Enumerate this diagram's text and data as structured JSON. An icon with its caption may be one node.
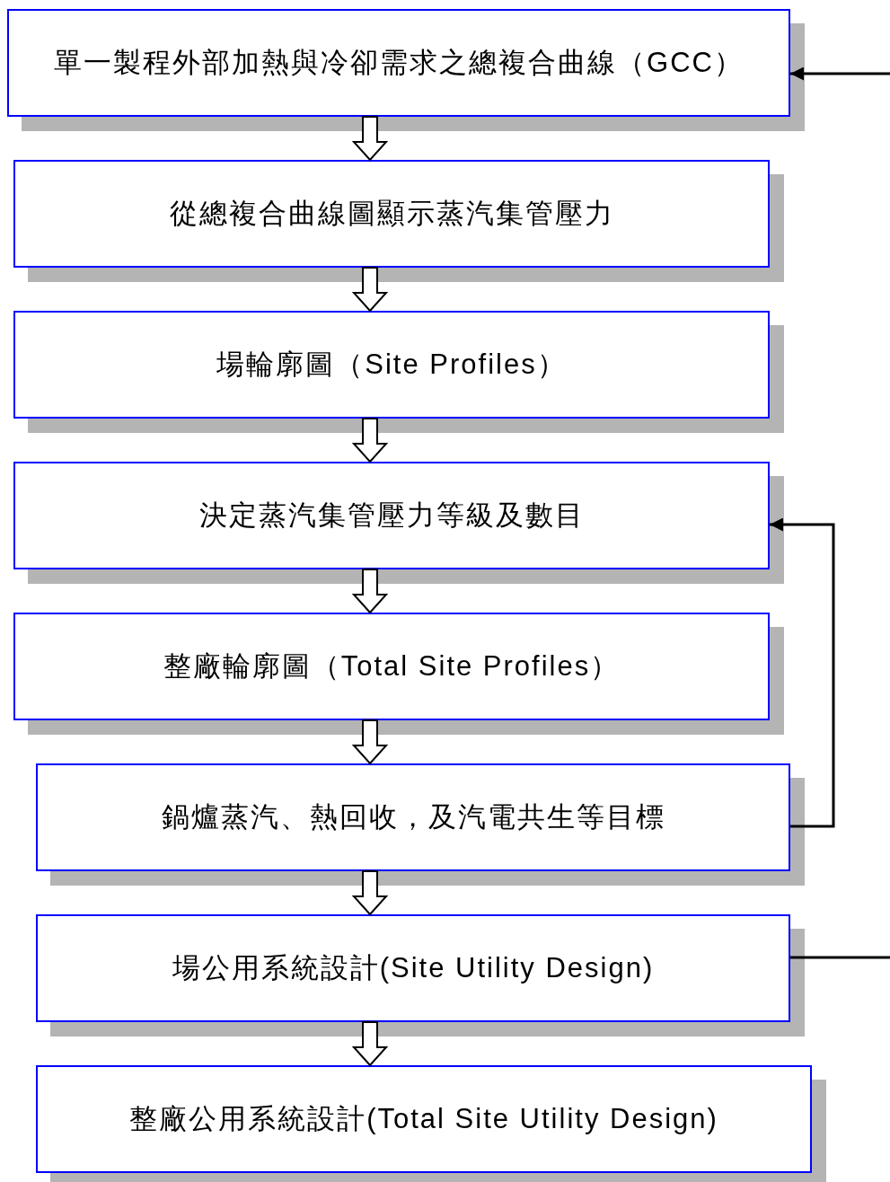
{
  "diagram": {
    "nodes": [
      {
        "text": [
          "單一製程外部加熱與冷卻需求之總複合曲線（GCC）"
        ]
      },
      {
        "text": [
          "從總複合曲線圖顯示蒸汽集管壓力"
        ]
      },
      {
        "text": [
          "場輪廓圖（Site Profiles）"
        ]
      },
      {
        "text": [
          "決定蒸汽集管壓力等級及數目"
        ]
      },
      {
        "text": [
          "整廠輪廓圖（Total Site Profiles）"
        ]
      },
      {
        "text": [
          "鍋爐蒸汽、熱回收，及汽電共生等目標"
        ]
      },
      {
        "text": [
          "場公用系統設計(Site Utility Design)"
        ]
      },
      {
        "text": [
          "整廠公用系統設計(Total Site Utility Design)"
        ]
      }
    ],
    "edges": [
      {
        "from": 0,
        "to": 1,
        "arrow": "to"
      },
      {
        "from": 1,
        "to": 2,
        "arrow": "to"
      },
      {
        "from": 2,
        "to": 3,
        "arrow": "to"
      },
      {
        "from": 3,
        "to": 4,
        "arrow": "to"
      },
      {
        "from": 4,
        "to": 5,
        "arrow": "to"
      },
      {
        "from": 5,
        "to": 6,
        "arrow": "to"
      },
      {
        "from": 6,
        "to": 7,
        "arrow": "to"
      },
      {
        "from": 5,
        "to": 3,
        "arrow": "to"
      },
      {
        "from": null,
        "to": 0,
        "arrow": "to"
      },
      {
        "from": 6,
        "to": null,
        "arrow": "none"
      }
    ]
  }
}
